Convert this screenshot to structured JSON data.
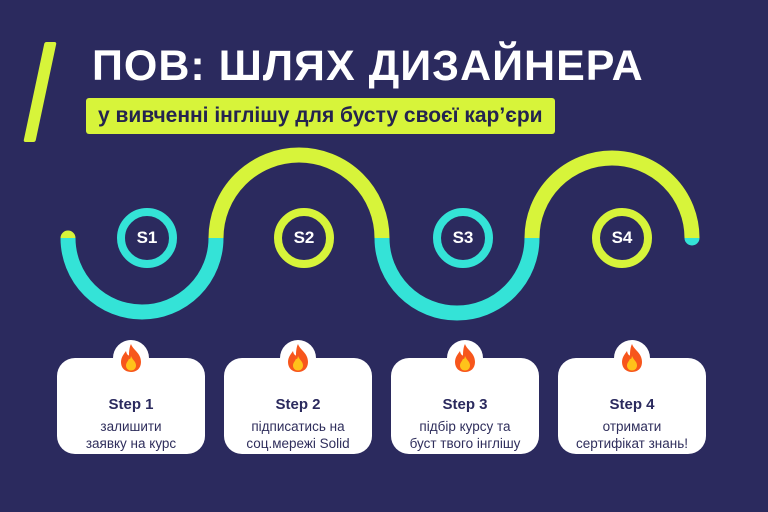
{
  "title": "ПОВ: ШЛЯХ ДИЗАЙНЕРА",
  "subtitle": "у вивченні інглішу для бусту своєї кар’єри",
  "colors": {
    "background": "#2b2a5e",
    "accent_lime": "#d7f43a",
    "accent_cyan": "#34e3d7",
    "card": "#ffffff"
  },
  "badges": [
    "S1",
    "S2",
    "S3",
    "S4"
  ],
  "steps": [
    {
      "icon": "fire-icon",
      "title": "Step 1",
      "line1": "залишити",
      "line2": "заявку на курс"
    },
    {
      "icon": "fire-icon",
      "title": "Step 2",
      "line1": "підписатись на",
      "line2": "соц.мережі Solid"
    },
    {
      "icon": "fire-icon",
      "title": "Step 3",
      "line1": "підбір курсу та",
      "line2": "буст твого інглішу"
    },
    {
      "icon": "fire-icon",
      "title": "Step 4",
      "line1": "отримати",
      "line2": "сертифікат знань!"
    }
  ]
}
